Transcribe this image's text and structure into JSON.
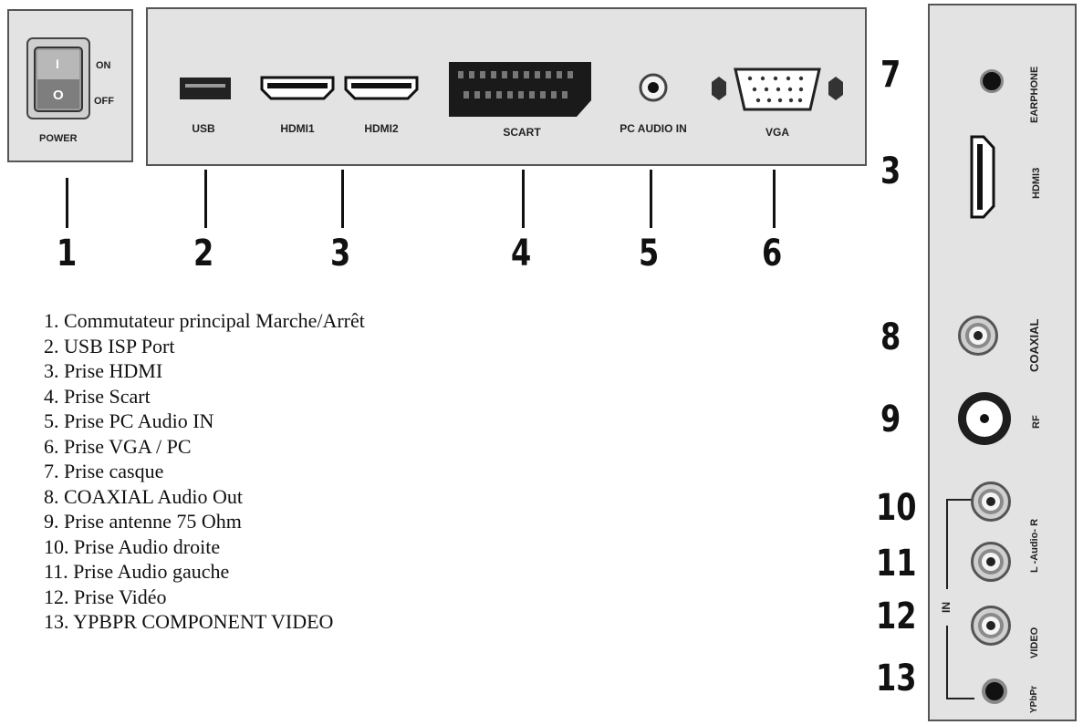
{
  "power": {
    "on_label": "ON",
    "off_label": "OFF",
    "power_label": "POWER",
    "switch_on_mark": "I",
    "switch_off_mark": "O"
  },
  "top_ports": [
    {
      "label": "USB",
      "number": "2"
    },
    {
      "label": "HDMI1",
      "number": "3"
    },
    {
      "label": "HDMI2"
    },
    {
      "label": "SCART",
      "number": "4"
    },
    {
      "label": "PC AUDIO IN",
      "number": "5"
    },
    {
      "label": "VGA",
      "number": "6"
    }
  ],
  "power_number": "1",
  "side_ports": [
    {
      "label": "EARPHONE",
      "number": "7"
    },
    {
      "label": "HDMI3",
      "number": "3"
    },
    {
      "label": "COAXIAL",
      "number": "8"
    },
    {
      "label": "RF",
      "number": "9"
    },
    {
      "label": "L -Audio- R",
      "number": "10"
    },
    {
      "number": "11"
    },
    {
      "label": "VIDEO",
      "number": "12"
    },
    {
      "label": "YPbPr",
      "number": "13"
    }
  ],
  "in_label": "IN",
  "legend": [
    "1.   Commutateur principal Marche/Arrêt",
    "2.   USB ISP Port",
    "3.   Prise HDMI",
    "4.   Prise Scart",
    "5.   Prise PC Audio IN",
    "6.   Prise VGA / PC",
    "7.   Prise casque",
    "8.   COAXIAL Audio Out",
    "9.   Prise antenne 75 Ohm",
    "10. Prise Audio droite",
    "11. Prise Audio gauche",
    "12. Prise Vidéo",
    "13. YPBPR COMPONENT VIDEO"
  ]
}
